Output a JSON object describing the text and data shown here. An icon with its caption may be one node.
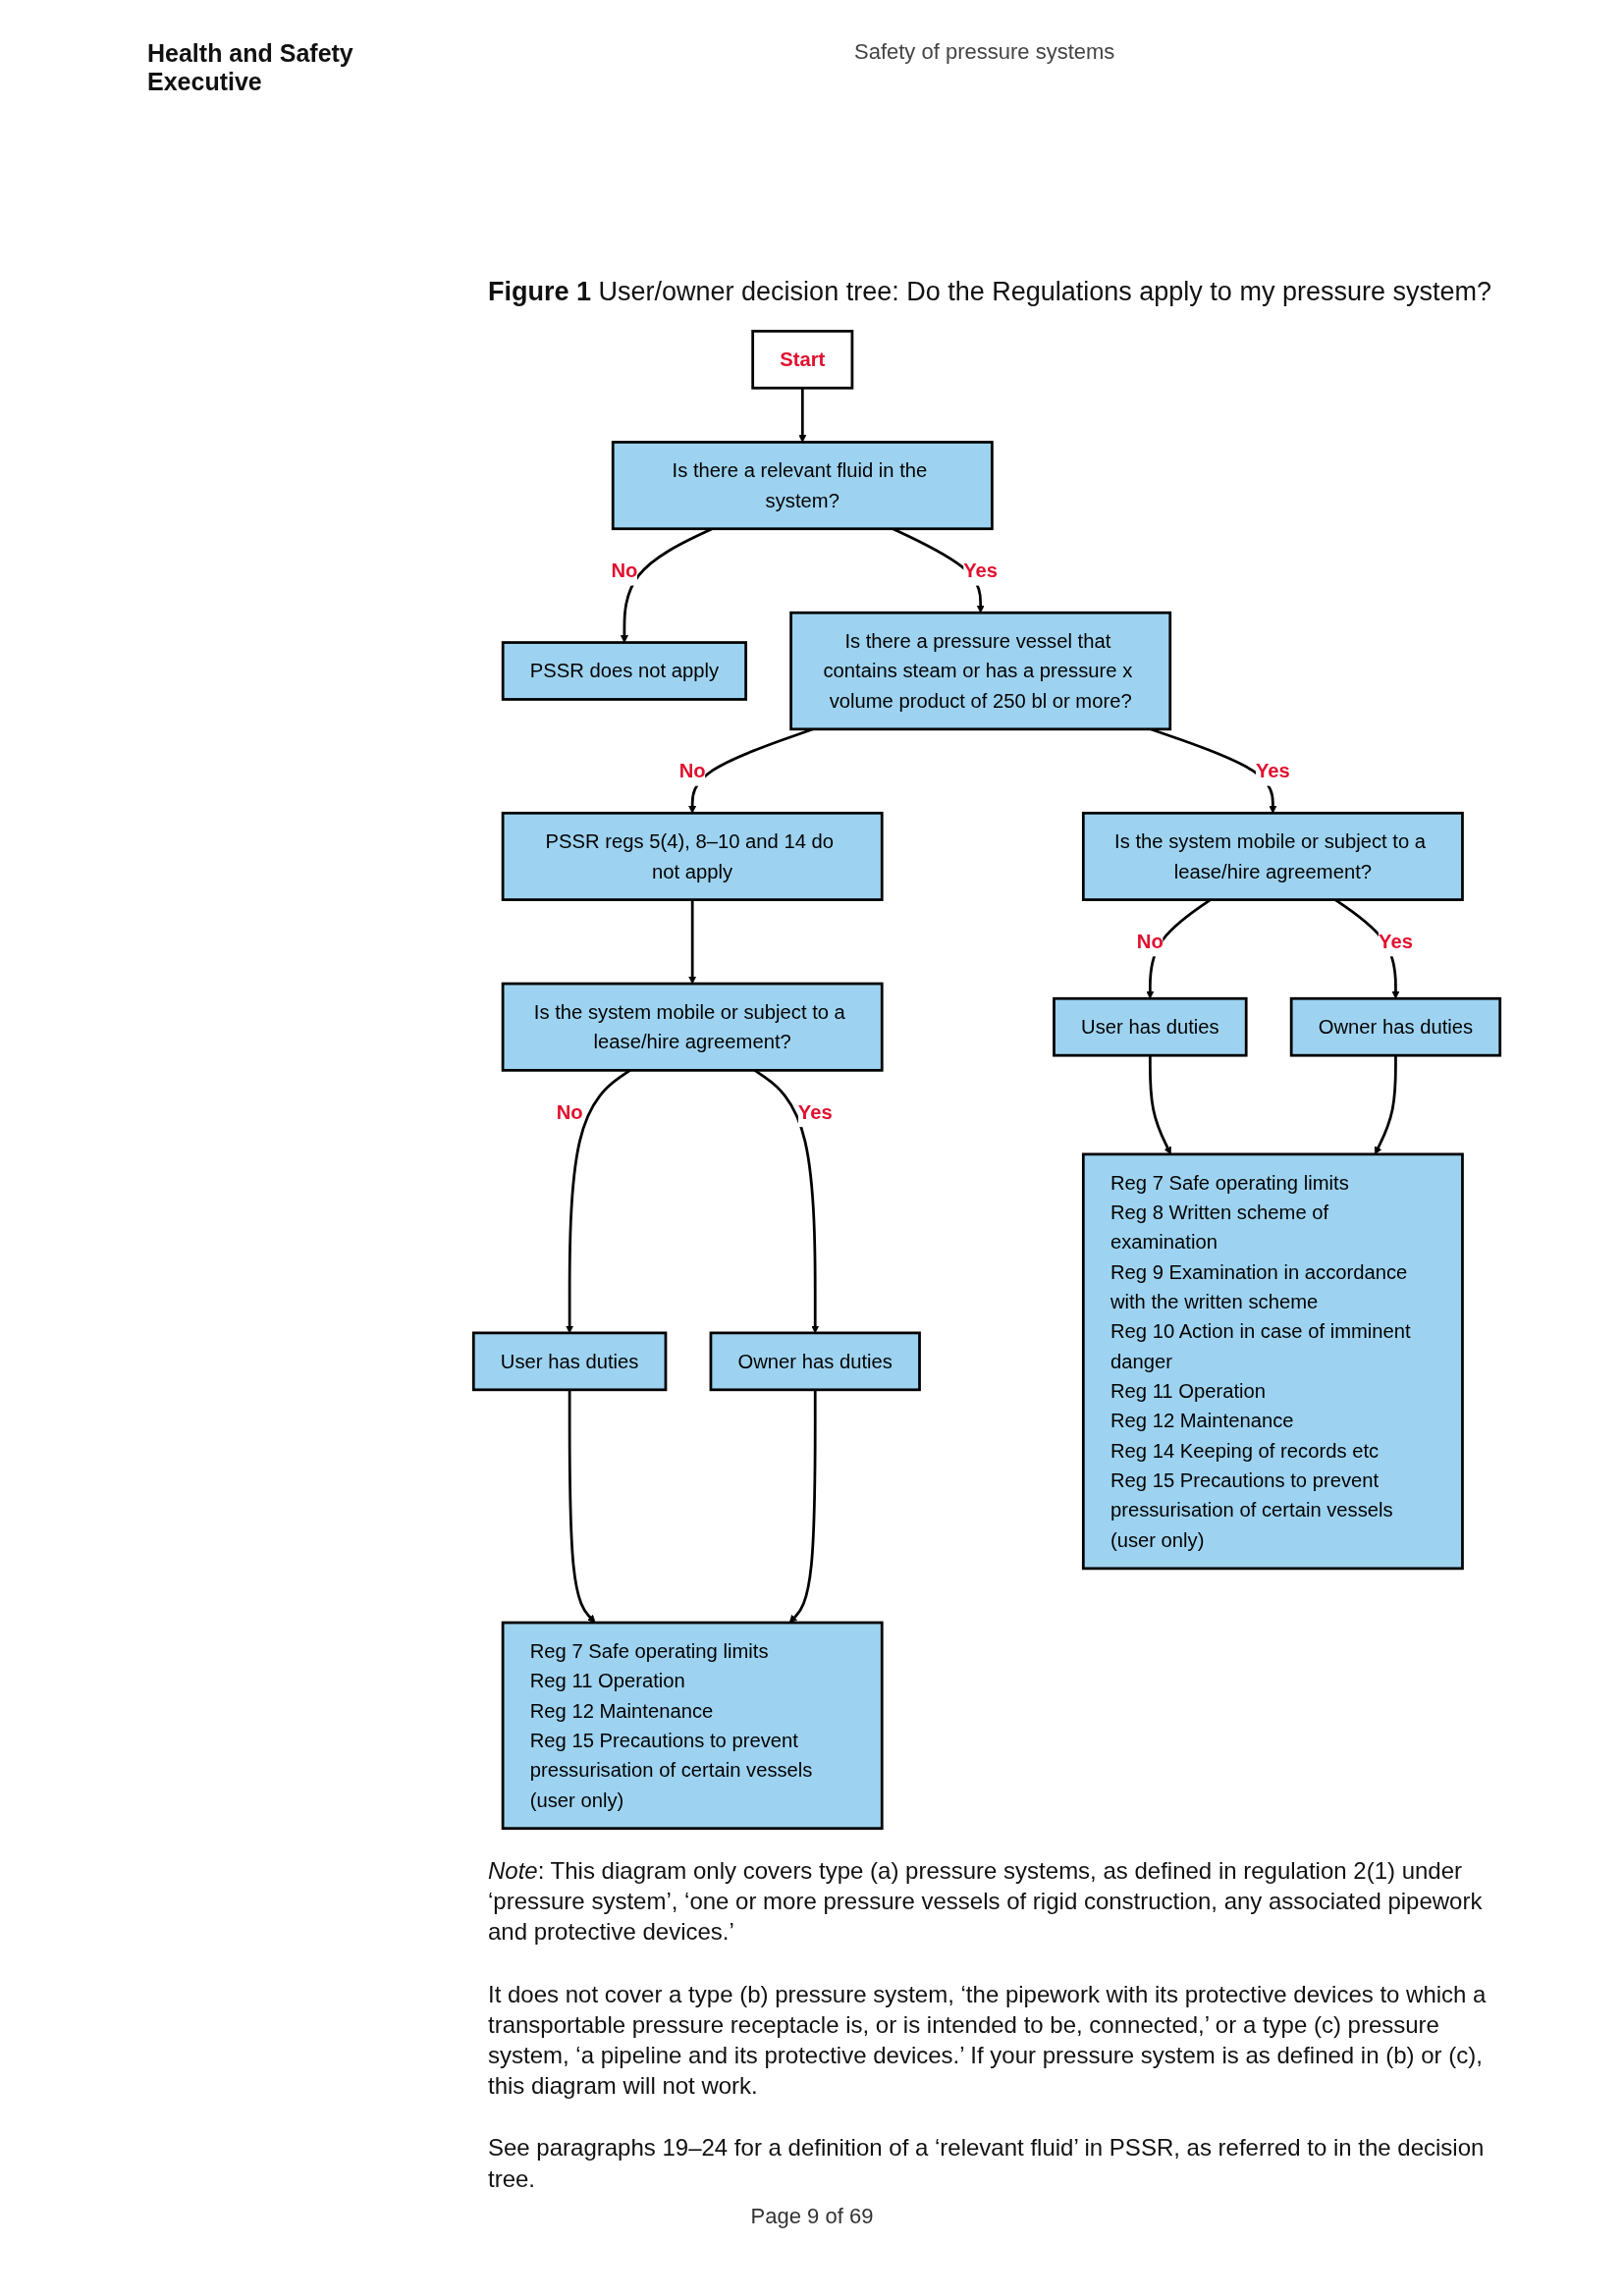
{
  "diagram": {
    "title": "Figure 1 User/owner decision tree: Do the Regulations apply to my pressure system?",
    "nodes": [
      {
        "text": [
          "Start"
        ]
      },
      {
        "text": [
          "Is there a relevant fluid in the system?"
        ]
      },
      {
        "text": [
          "PSSR does not apply"
        ]
      },
      {
        "text": [
          "Is there a pressure vessel that contains steam or has a pressure x volume product of 250 bl or more?"
        ]
      },
      {
        "text": [
          "PSSR regs 5(4), 8–10 and 14 do not apply"
        ]
      },
      {
        "text": [
          "Is the system mobile or subject to a lease/hire agreement?"
        ]
      },
      {
        "text": [
          "Is the system mobile or subject to a lease/hire agreement?"
        ]
      },
      {
        "text": [
          "User has duties"
        ]
      },
      {
        "text": [
          "Owner has duties"
        ]
      },
      {
        "text": [
          "User has duties"
        ]
      },
      {
        "text": [
          "Owner has duties"
        ]
      },
      {
        "text": [
          "Reg 7",
          "Safe operating limits",
          "Reg 11",
          "Operation",
          "Reg 12",
          "Maintenance",
          "Reg 15",
          "Precautions to prevent pressurisation of certain vessels (user only)"
        ]
      },
      {
        "text": [
          "Reg 7",
          "Safe operating limits",
          "Reg 8",
          "Written scheme of examination",
          "Reg 9",
          "Examination in accordance with the written scheme",
          "Reg 10",
          "Action in case of imminent danger",
          "Reg 11",
          "Operation",
          "Reg 12",
          "Maintenance",
          "Reg 14",
          "Keeping of records etc",
          "Reg 15",
          "Precautions to prevent pressurisation of certain vessels (user only)"
        ]
      }
    ],
    "edges": [
      {
        "from": 0,
        "to": 1,
        "arrow": "to"
      },
      {
        "from": 1,
        "to": 2,
        "arrow": "to",
        "label": "No"
      },
      {
        "from": 1,
        "to": 3,
        "arrow": "to",
        "label": "Yes"
      },
      {
        "from": 3,
        "to": 4,
        "arrow": "to",
        "label": "No"
      },
      {
        "from": 3,
        "to": 6,
        "arrow": "to",
        "label": "Yes"
      },
      {
        "from": 4,
        "to": 5,
        "arrow": "to"
      },
      {
        "from": 5,
        "to": 7,
        "arrow": "to",
        "label": "No"
      },
      {
        "from": 5,
        "to": 8,
        "arrow": "to",
        "label": "Yes"
      },
      {
        "from": 6,
        "to": 9,
        "arrow": "to",
        "label": "No"
      },
      {
        "from": 6,
        "to": 10,
        "arrow": "to",
        "label": "Yes"
      },
      {
        "from": 7,
        "to": 11,
        "arrow": "to"
      },
      {
        "from": 8,
        "to": 11,
        "arrow": "to"
      },
      {
        "from": 9,
        "to": 12,
        "arrow": "to"
      },
      {
        "from": 10,
        "to": 12,
        "arrow": "to"
      }
    ],
    "labels": [
      "Health and Safety Executive",
      "Safety of pressure systems",
      "*Note*: This diagram only covers type (a) pressure systems, as defined in regulation 2(1) under ‘pressure system’, ‘one or more pressure vessels of rigid construction, any associated pipework and protective devices.’",
      "It does not cover a type (b) pressure system, ‘the pipework with its protective devices to which a transportable pressure receptacle is, or is intended to be, connected,’ or a type (c) pressure system, ‘a pipeline and its protective devices.’ If your pressure system is as defined in (b) or (c), this diagram will not work.",
      "See paragraphs 19–24 for a definition of a ‘relevant fluid’ in PSSR, as referred to in the decision tree.",
      "Page 9 of 69"
    ]
  }
}
